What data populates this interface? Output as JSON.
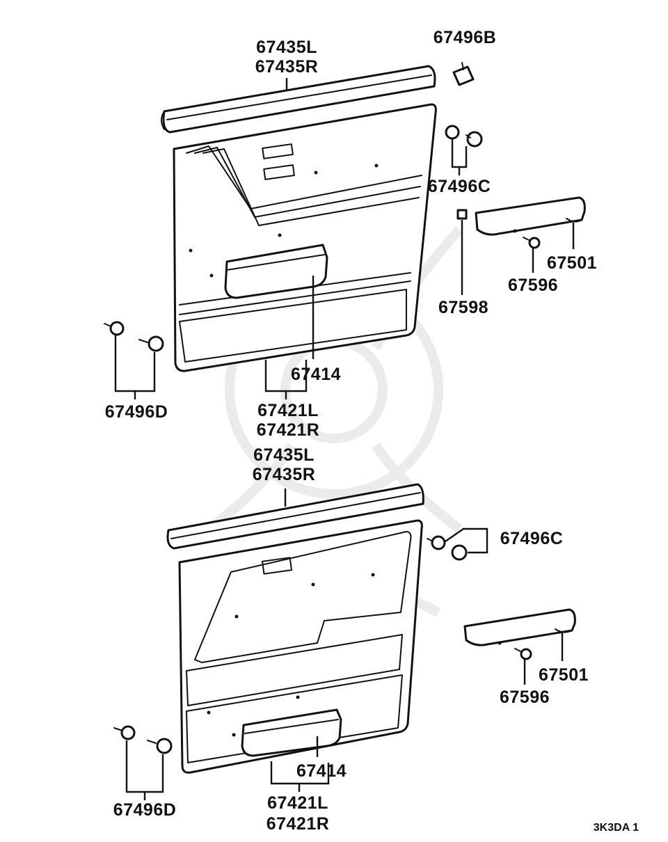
{
  "diagram_code": "3K3DA 1",
  "upper": {
    "moulding_l": "67435L",
    "moulding_r": "67435R",
    "clip_b": "67496B",
    "clip_c": "67496C",
    "armrest": "67501",
    "screw": "67596",
    "nut": "67598",
    "pocket": "67414",
    "panel_l": "67421L",
    "panel_r": "67421R",
    "clip_d": "67496D"
  },
  "lower": {
    "moulding_l": "67435L",
    "moulding_r": "67435R",
    "clip_c": "67496C",
    "armrest": "67501",
    "screw": "67596",
    "pocket": "67414",
    "panel_l": "67421L",
    "panel_r": "67421R",
    "clip_d": "67496D"
  }
}
